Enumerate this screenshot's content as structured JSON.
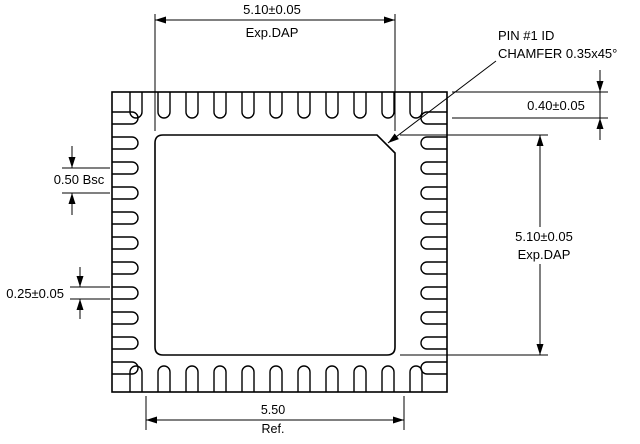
{
  "diagram": {
    "type": "qfn-package-mechanical-drawing",
    "pins_per_side": 11,
    "colors": {
      "line": "#000000",
      "background": "#ffffff"
    },
    "dims": {
      "dap_width": {
        "value": "5.10±0.05",
        "label": "Exp.DAP"
      },
      "pin1_note": {
        "line1": "PIN #1 ID",
        "line2": "CHAMFER 0.35x45°"
      },
      "pin_length": {
        "value": "0.40±0.05"
      },
      "pin_pitch": {
        "value": "0.50 Bsc"
      },
      "dap_height": {
        "value": "5.10±0.05",
        "label": "Exp.DAP"
      },
      "pin_width": {
        "value": "0.25±0.05"
      },
      "body_width": {
        "value": "5.50",
        "label": "Ref."
      }
    }
  }
}
